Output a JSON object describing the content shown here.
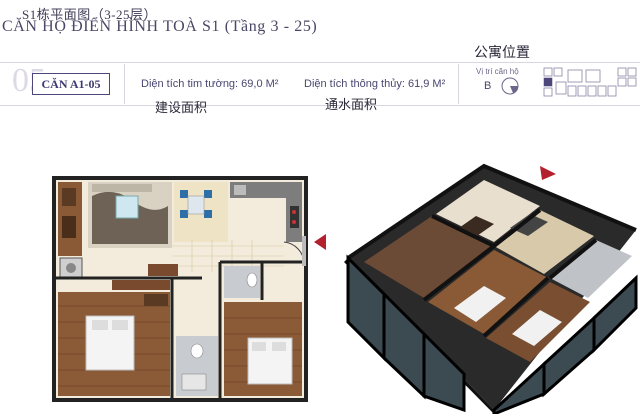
{
  "header": {
    "cn_title": "S1栋平面图（3-25层）",
    "vn_title": "CĂN HỘ ĐIỂN HÌNH TOÀ S1 (Tầng 3 - 25)",
    "ghost_number": "05",
    "unit_code": "CĂN A1-05",
    "wall_area_label": "Diện tích tim tường: 69,0 M²",
    "clear_area_label": "Diện tích thông thủy: 61,9 M²",
    "wall_area_cn": "建设面积",
    "clear_area_cn": "通水面积",
    "position_cn": "公寓位置",
    "position_label": "Vị trí căn hộ",
    "position_letter": "B"
  },
  "colors": {
    "accent": "#4c477a",
    "entry_arrow": "#b3202e",
    "wood": "#7a4a2e",
    "floor_tile": "#e8d9b4"
  },
  "icons": {
    "position": "compass-marker-icon",
    "entry": "entry-arrow-icon"
  }
}
